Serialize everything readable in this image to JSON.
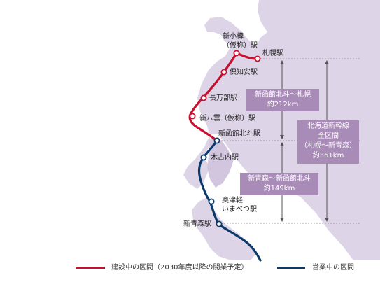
{
  "colors": {
    "land": "#ddd4e7",
    "land_outline": "#c9bcd8",
    "water": "#ffffff",
    "construction_line": "#c8102e",
    "operating_line": "#0b3a6a",
    "box": "#a98bb8",
    "guide": "#555555"
  },
  "stations": [
    {
      "id": "shin-otaru",
      "lines": [
        "新小樽",
        "（仮称）駅"
      ],
      "status": "construction"
    },
    {
      "id": "sapporo",
      "lines": [
        "札幌駅"
      ],
      "status": "construction"
    },
    {
      "id": "kutchan",
      "lines": [
        "倶知安駅"
      ],
      "status": "construction"
    },
    {
      "id": "oshamambe",
      "lines": [
        "長万部駅"
      ],
      "status": "construction"
    },
    {
      "id": "shin-yakumo",
      "lines": [
        "新八雲（仮称）駅"
      ],
      "status": "construction"
    },
    {
      "id": "shin-hakodate-hokuto",
      "lines": [
        "新函館北斗駅"
      ],
      "status": "operating"
    },
    {
      "id": "kikonai",
      "lines": [
        "木古内駅"
      ],
      "status": "operating"
    },
    {
      "id": "okutsugaru",
      "lines": [
        "奥津軽",
        "いまべつ駅"
      ],
      "status": "operating"
    },
    {
      "id": "shin-aomori",
      "lines": [
        "新青森駅"
      ],
      "status": "operating"
    }
  ],
  "segments": {
    "construction": {
      "lines": [
        "新函館北斗〜札幌",
        "約212km"
      ]
    },
    "operating": {
      "lines": [
        "新青森〜新函館北斗",
        "約149km"
      ]
    },
    "total": {
      "lines": [
        "北海道新幹線",
        "全区間",
        "（札幌〜新青森）",
        "約361km"
      ]
    }
  },
  "legend": {
    "construction": "建設中の区間（2030年度以降の開業予定）",
    "operating": "営業中の区間"
  }
}
